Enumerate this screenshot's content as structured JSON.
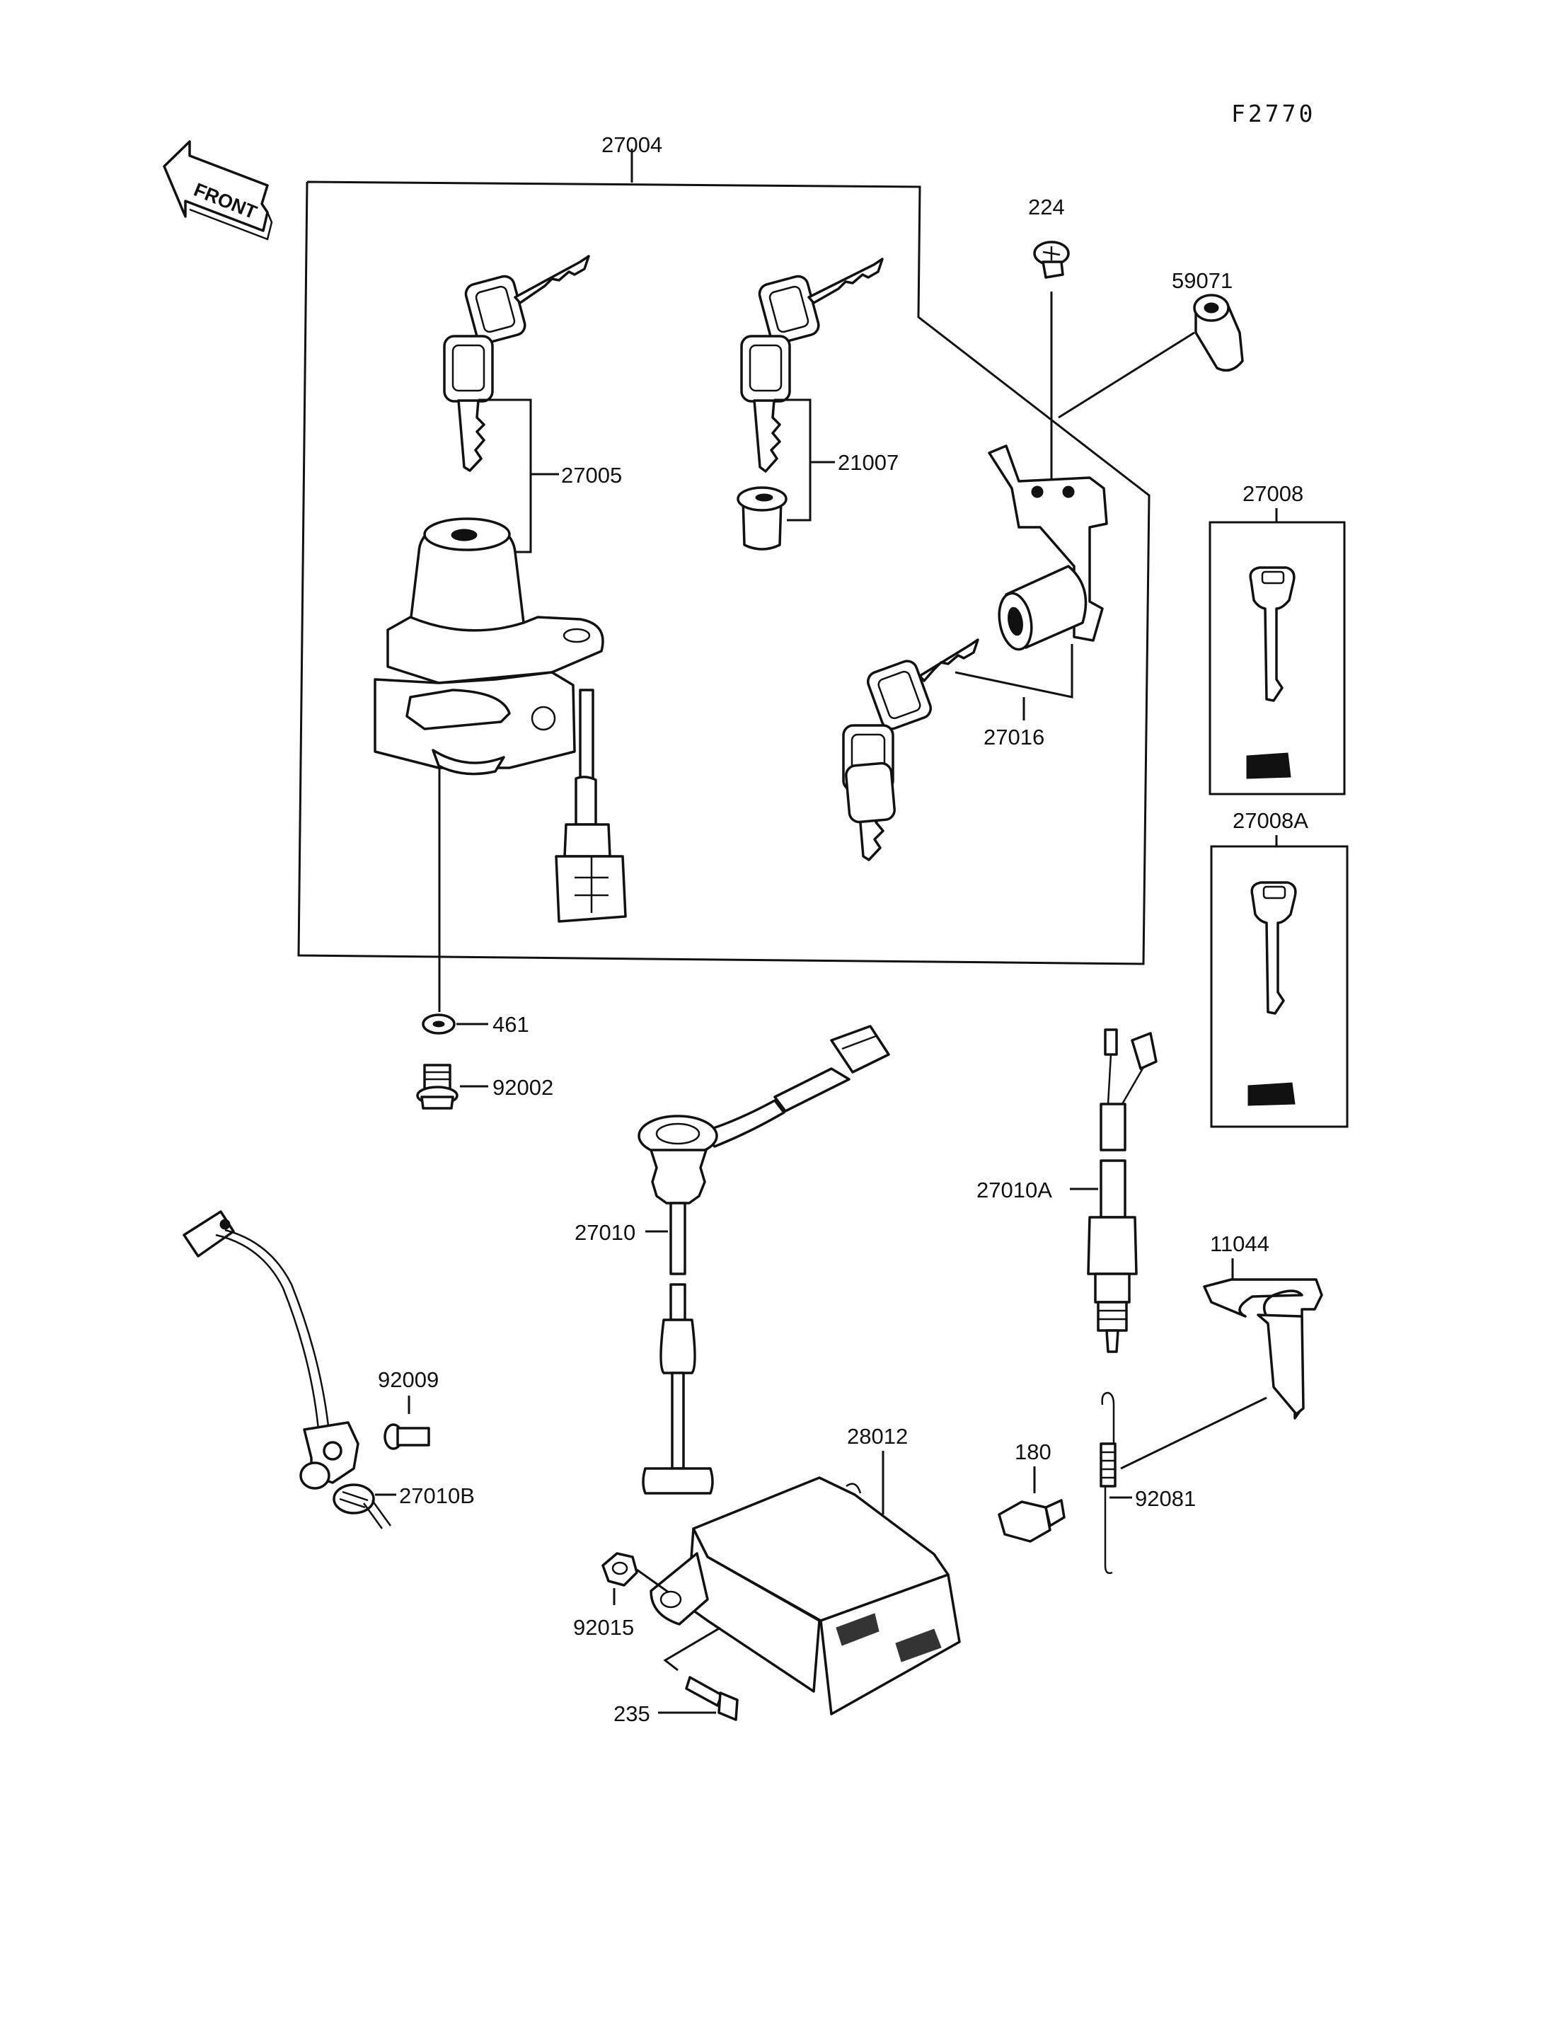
{
  "figure_code": "F2770",
  "direction_label": "FRONT",
  "part_numbers": {
    "p27004": "27004",
    "p224": "224",
    "p59071": "59071",
    "p27005": "27005",
    "p21007": "21007",
    "p27008": "27008",
    "p27016": "27016",
    "p27008A": "27008A",
    "p461": "461",
    "p92002": "92002",
    "p27010": "27010",
    "p27010A": "27010A",
    "p11044": "11044",
    "p92009": "92009",
    "p27010B": "27010B",
    "p28012": "28012",
    "p180": "180",
    "p92081": "92081",
    "p92015": "92015",
    "p235": "235"
  }
}
